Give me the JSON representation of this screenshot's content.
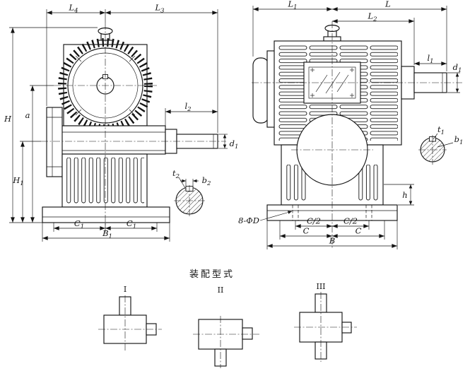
{
  "assembly": {
    "title": "装配型式",
    "labels": [
      "I",
      "II",
      "III"
    ]
  },
  "dims": {
    "L4": {
      "base": "L",
      "sub": "4"
    },
    "L3": {
      "base": "L",
      "sub": "3"
    },
    "L1": {
      "base": "L",
      "sub": "1"
    },
    "L2": {
      "base": "L",
      "sub": "2"
    },
    "L": {
      "base": "L",
      "sub": ""
    },
    "H": {
      "base": "H",
      "sub": ""
    },
    "H1": {
      "base": "H",
      "sub": "1"
    },
    "a": {
      "base": "a",
      "sub": ""
    },
    "C1": {
      "base": "C",
      "sub": "1"
    },
    "B1": {
      "base": "B",
      "sub": "1"
    },
    "l2": {
      "base": "l",
      "sub": "2"
    },
    "l1": {
      "base": "l",
      "sub": "1"
    },
    "d1": {
      "base": "d",
      "sub": "1"
    },
    "t2": {
      "base": "t",
      "sub": "2"
    },
    "b2": {
      "base": "b",
      "sub": "2"
    },
    "t1": {
      "base": "t",
      "sub": "1"
    },
    "b1": {
      "base": "b",
      "sub": "1"
    },
    "h": {
      "base": "h",
      "sub": ""
    },
    "holes": {
      "base": "8-ΦD",
      "sub": ""
    },
    "C_half": {
      "base": "C/2",
      "sub": ""
    },
    "C": {
      "base": "C",
      "sub": ""
    },
    "B": {
      "base": "B",
      "sub": ""
    }
  }
}
